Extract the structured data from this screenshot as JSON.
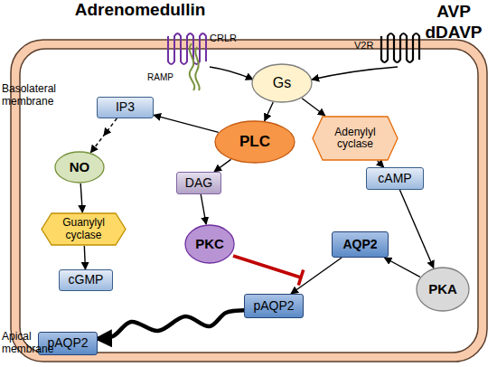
{
  "diagram": {
    "nodes": [
      {
        "text": [
          "Gs"
        ]
      },
      {
        "text": [
          "IP3"
        ]
      },
      {
        "text": [
          "PLC"
        ]
      },
      {
        "text": [
          "Adenylyl cyclase"
        ]
      },
      {
        "text": [
          "NO"
        ]
      },
      {
        "text": [
          "DAG"
        ]
      },
      {
        "text": [
          "cAMP"
        ]
      },
      {
        "text": [
          "Guanylyl cyclase"
        ]
      },
      {
        "text": [
          "PKC"
        ]
      },
      {
        "text": [
          "AQP2"
        ]
      },
      {
        "text": [
          "PKA"
        ]
      },
      {
        "text": [
          "cGMP"
        ]
      },
      {
        "text": [
          "pAQP2"
        ]
      },
      {
        "text": [
          "pAQP2"
        ]
      }
    ],
    "edges": [
      {
        "from": 0,
        "to": 2,
        "arrow": "to"
      },
      {
        "from": 0,
        "to": 3,
        "arrow": "to"
      },
      {
        "from": 2,
        "to": 1,
        "arrow": "to"
      },
      {
        "from": 2,
        "to": 5,
        "arrow": "to"
      },
      {
        "from": 1,
        "to": 4,
        "arrow": "to"
      },
      {
        "from": 4,
        "to": 7,
        "arrow": "to"
      },
      {
        "from": 7,
        "to": 11,
        "arrow": "to"
      },
      {
        "from": 5,
        "to": 8,
        "arrow": "to"
      },
      {
        "from": 3,
        "to": 6,
        "arrow": "to"
      },
      {
        "from": 6,
        "to": 10,
        "arrow": "to"
      },
      {
        "from": 10,
        "to": 9,
        "arrow": "to"
      },
      {
        "from": 9,
        "to": 12,
        "arrow": "to"
      },
      {
        "from": 12,
        "to": 13,
        "arrow": "to"
      }
    ],
    "labels": [
      "Adrenomedullin",
      "AVP",
      "dDAVP",
      "CRLR",
      "RAMP",
      "V2R",
      "Basolateral membrane",
      "Apical membrane"
    ]
  }
}
